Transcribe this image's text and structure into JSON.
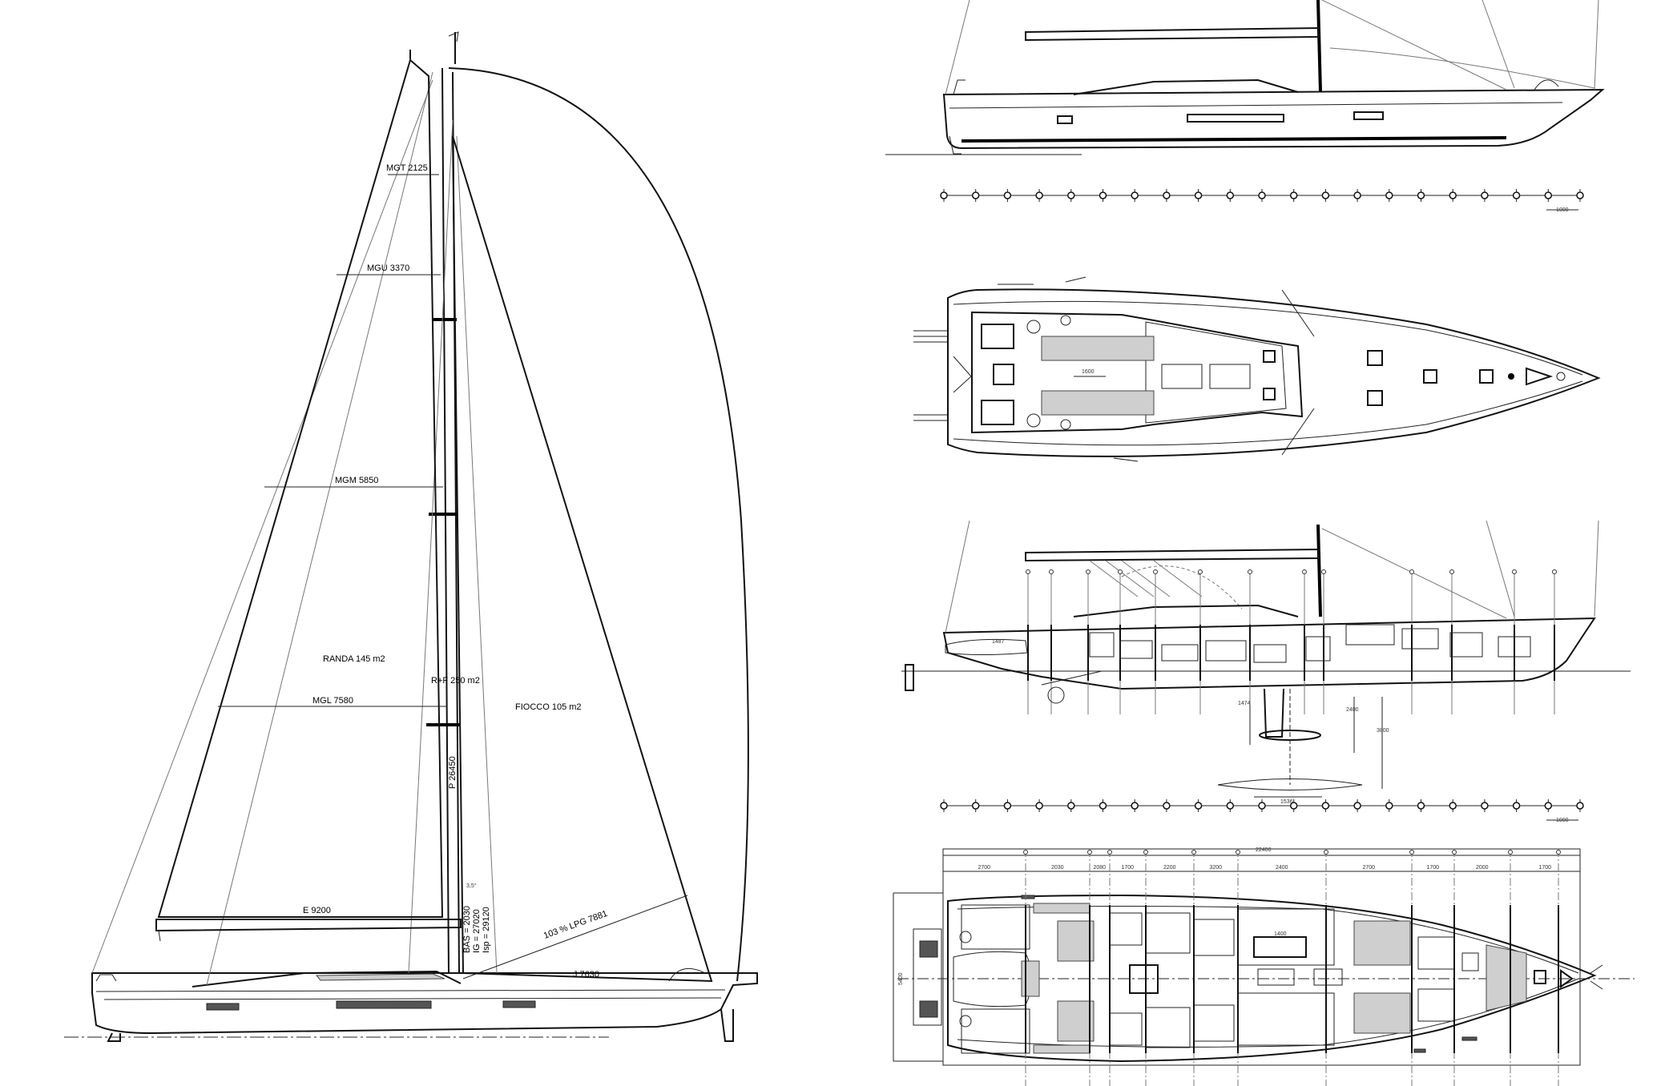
{
  "sail_plan": {
    "mgt": "MGT 2125",
    "mgu": "MGU 3370",
    "mgm": "MGM 5850",
    "randa": "RANDA 145 m2",
    "rf": "R+F 250 m2",
    "mgl": "MGL 7580",
    "fiocco": "FIOCCO 105 m2",
    "p": "P 26450",
    "e": "E 9200",
    "bas": "BAS = 2030",
    "ig": "IG = 27020",
    "isp": "Isp = 29120",
    "lpg": "103 % LPG 7881",
    "j": "J 7630",
    "small": "3,5°"
  },
  "dimensions": {
    "overall_length": "22400",
    "beam": "5400",
    "segments": [
      "2700",
      "2030",
      "2080",
      "1700",
      "2200",
      "3200",
      "2400",
      "2700",
      "1700",
      "2000",
      "1700"
    ],
    "keel_a": "1474",
    "keel_b": "2400",
    "keel_c": "3800",
    "keel_d": "1536",
    "scale": "1000",
    "cockpit": "1600",
    "salon": "1400",
    "tender": "1487"
  }
}
